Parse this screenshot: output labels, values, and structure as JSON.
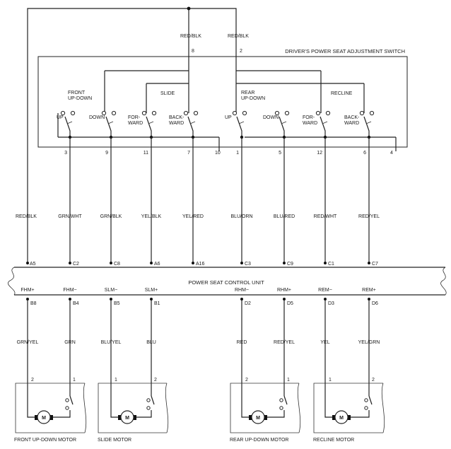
{
  "switch_title": "DRIVER'S POWER SEAT ADJUSTMENT SWITCH",
  "unit_title": "POWER SEAT CONTROL UNIT",
  "supply": {
    "left": {
      "color": "RED/BLK",
      "pin": "8"
    },
    "right": {
      "color": "RED/BLK",
      "pin": "2"
    }
  },
  "groups": [
    {
      "name": "FRONT\nUP-DOWN"
    },
    {
      "name": "SLIDE"
    },
    {
      "name": "REAR\nUP-DOWN"
    },
    {
      "name": "RECLINE"
    }
  ],
  "switch_positions": [
    "UP",
    "DOWN",
    "FOR-\nWARD",
    "BACK-\nWARD",
    "UP",
    "DOWN",
    "FOR-\nWARD",
    "BACK-\nWARD"
  ],
  "ground_pins": {
    "left": "10",
    "right": "4"
  },
  "switch_wires": [
    {
      "pin": "3",
      "color": "GRN/WHT",
      "unit_pin": "C2"
    },
    {
      "pin": "9",
      "color": "GRN/BLK",
      "unit_pin": "C8"
    },
    {
      "pin": "11",
      "color": "YEL/BLK",
      "unit_pin": "A6"
    },
    {
      "pin": "7",
      "color": "YEL/RED",
      "unit_pin": "A16"
    },
    {
      "pin": "1",
      "color": "BLU/ORN",
      "unit_pin": "C3"
    },
    {
      "pin": "5",
      "color": "BLU/RED",
      "unit_pin": "C9"
    },
    {
      "pin": "12",
      "color": "RED/WHT",
      "unit_pin": "C1"
    },
    {
      "pin": "6",
      "color": "RED/YEL",
      "unit_pin": "C7"
    }
  ],
  "unit_feed": {
    "color": "RED/BLK",
    "unit_pin": "A5"
  },
  "motor_outputs": [
    {
      "signal": "FHM+",
      "pin": "B8",
      "color": "GRN/YEL"
    },
    {
      "signal": "FHM−",
      "pin": "B4",
      "color": "GRN"
    },
    {
      "signal": "SLM−",
      "pin": "B5",
      "color": "BLU/YEL"
    },
    {
      "signal": "SLM+",
      "pin": "B1",
      "color": "BLU"
    },
    {
      "signal": "RHM−",
      "pin": "D2",
      "color": "RED"
    },
    {
      "signal": "RHM+",
      "pin": "D5",
      "color": "RED/YEL"
    },
    {
      "signal": "REM−",
      "pin": "D3",
      "color": "YEL"
    },
    {
      "signal": "REM+",
      "pin": "D6",
      "color": "YEL/GRN"
    }
  ],
  "motors": [
    {
      "name": "FRONT UP-DOWN MOTOR",
      "pins": [
        "2",
        "1"
      ]
    },
    {
      "name": "SLIDE MOTOR",
      "pins": [
        "1",
        "2"
      ]
    },
    {
      "name": "REAR UP-DOWN MOTOR",
      "pins": [
        "2",
        "1"
      ]
    },
    {
      "name": "RECLINE MOTOR",
      "pins": [
        "1",
        "2"
      ]
    }
  ],
  "motor_symbol": "M"
}
